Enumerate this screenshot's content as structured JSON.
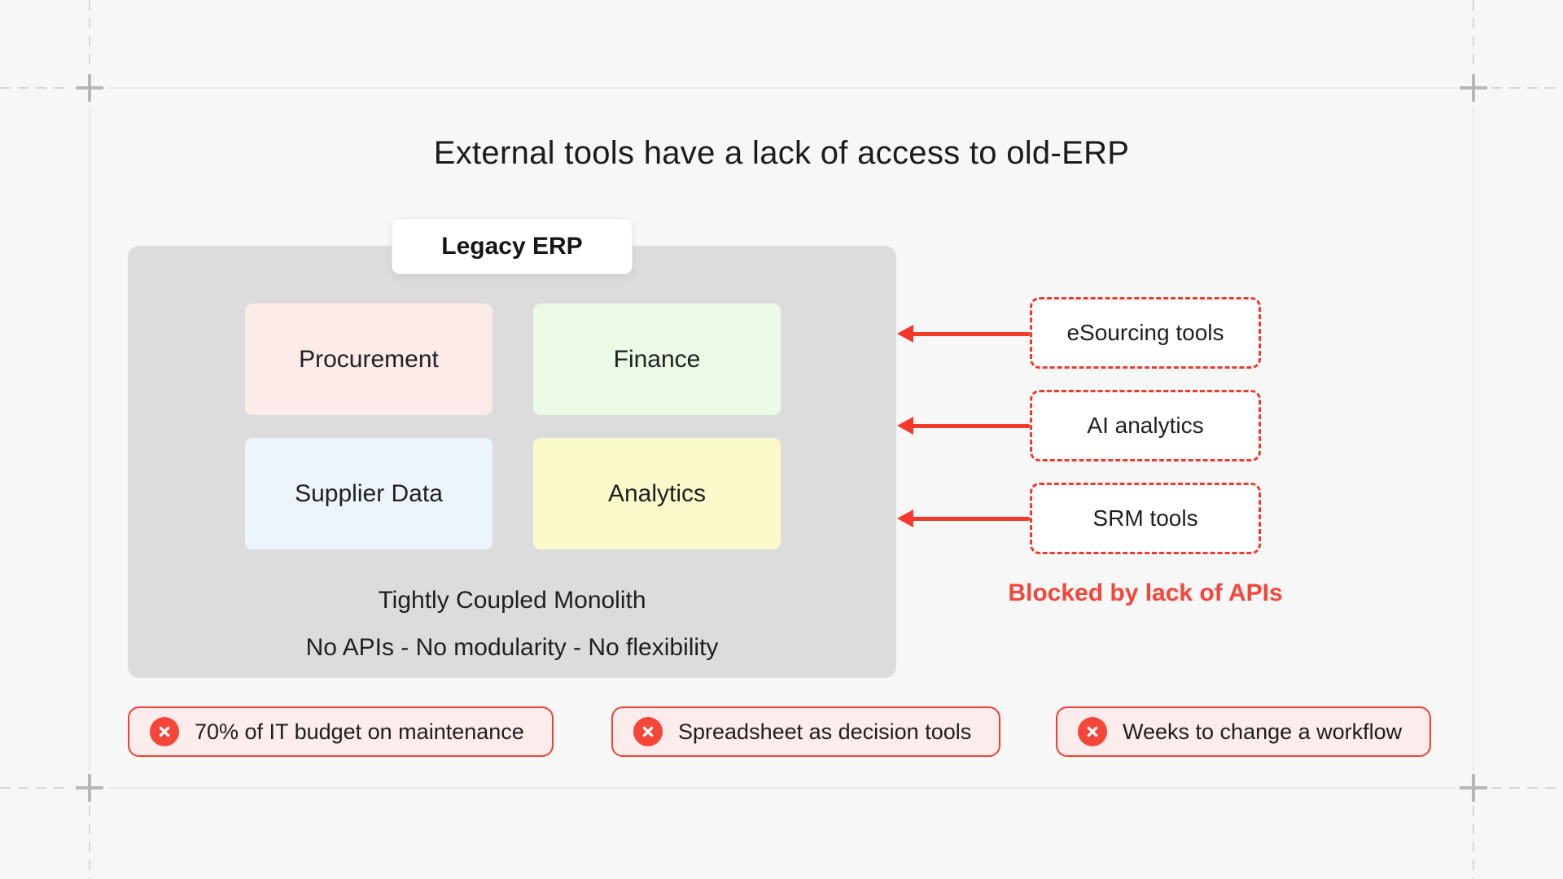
{
  "title": "External tools have a lack of access to old-ERP",
  "colors": {
    "page_bg": "#f7f7f7",
    "monolith_bg": "#dcdcdc",
    "accent_red": "#f2392b",
    "note_red": "#f4453a",
    "pill_bg": "#fdecec",
    "module_procurement": "#fcebe8",
    "module_finance": "#ebfae5",
    "module_supplier_data": "#ecf5fc",
    "module_analytics": "#fbfacb",
    "guide_gray": "#d7d7d7",
    "crop_mark_gray": "#b7b7b7"
  },
  "erp": {
    "label": "Legacy ERP",
    "modules": [
      {
        "name": "Procurement"
      },
      {
        "name": "Finance"
      },
      {
        "name": "Supplier Data"
      },
      {
        "name": "Analytics"
      }
    ],
    "caption_line1": "Tightly Coupled Monolith",
    "caption_line2": "No APIs - No modularity - No flexibility"
  },
  "external_tools": {
    "items": [
      {
        "label": "eSourcing tools"
      },
      {
        "label": "AI analytics"
      },
      {
        "label": "SRM tools"
      }
    ],
    "note": "Blocked by lack of APIs"
  },
  "issues": {
    "items": [
      {
        "label": "70% of IT budget on maintenance"
      },
      {
        "label": "Spreadsheet as decision tools"
      },
      {
        "label": "Weeks to change a workflow"
      }
    ]
  }
}
